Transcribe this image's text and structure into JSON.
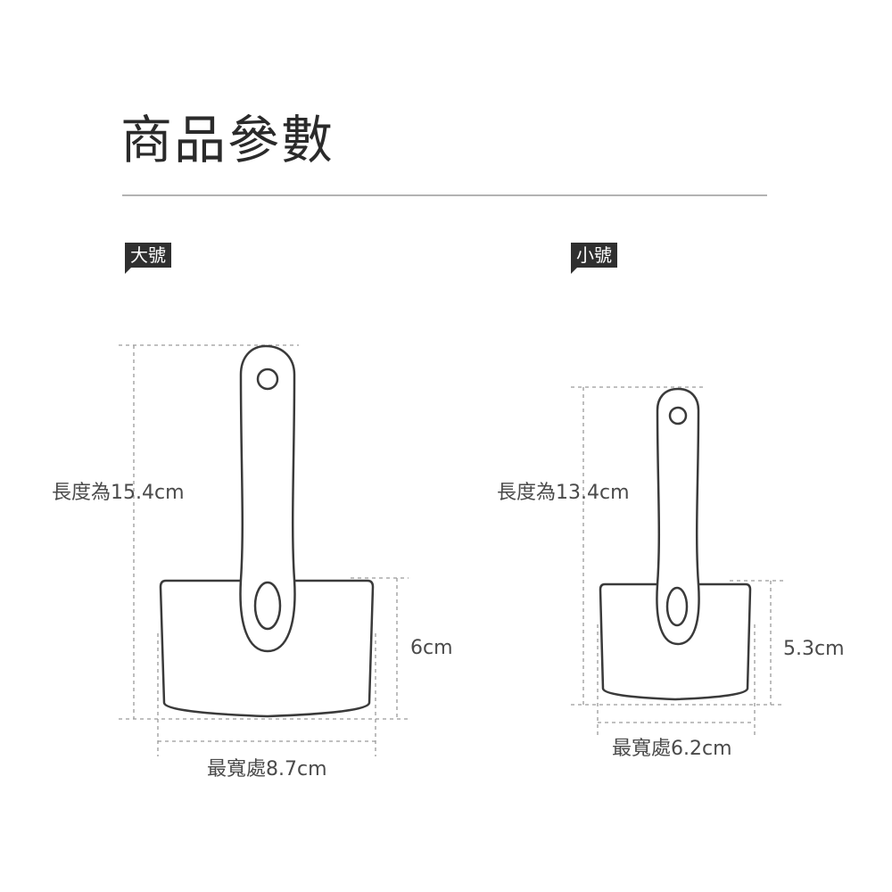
{
  "page": {
    "title": "商品參數"
  },
  "products": [
    {
      "tag": "大號",
      "length_label": "長度為15.4cm",
      "height_label": "6cm",
      "width_label": "最寬處8.7cm"
    },
    {
      "tag": "小號",
      "length_label": "長度為13.4cm",
      "height_label": "5.3cm",
      "width_label": "最寬處6.2cm"
    }
  ],
  "colors": {
    "ink": "#333333",
    "tag_bg": "#2f2f2f",
    "rule": "#b3b3b3",
    "dim_line": "#9a9a9a"
  }
}
